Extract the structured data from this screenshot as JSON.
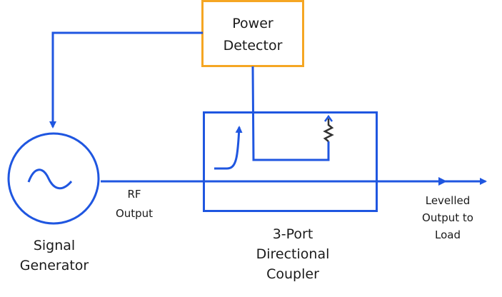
{
  "colors": {
    "wire": "#1f56e0",
    "detector_border": "#f5a623",
    "resistor": "#333333",
    "text": "#1a1a1a",
    "background": "#ffffff"
  },
  "power_detector": {
    "line1": "Power",
    "line2": "Detector"
  },
  "signal_generator": {
    "line1": "Signal",
    "line2": "Generator",
    "symbol": "sine-wave-icon"
  },
  "rf_output": {
    "line1": "RF",
    "line2": "Output"
  },
  "coupler": {
    "line1": "3-Port",
    "line2": "Directional",
    "line3": "Coupler"
  },
  "levelled_output": {
    "line1": "Levelled",
    "line2": "Output to",
    "line3": "Load"
  }
}
